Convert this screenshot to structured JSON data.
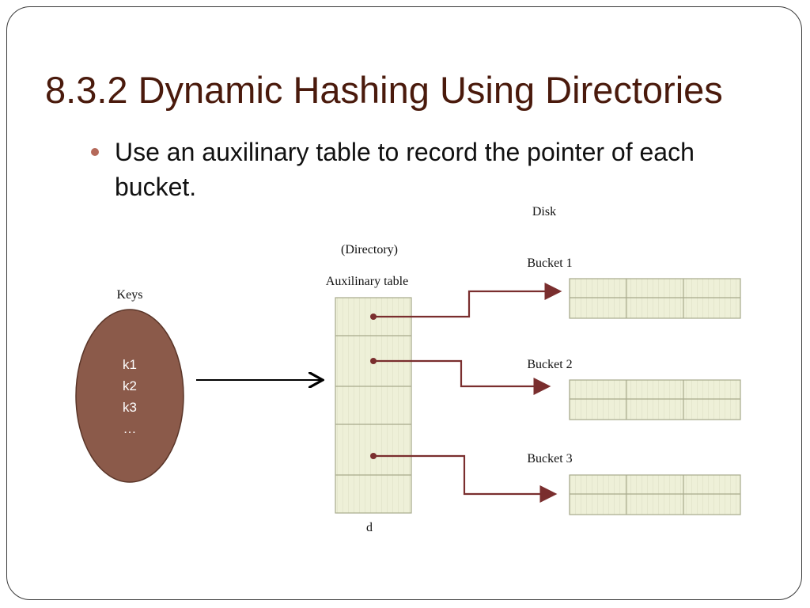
{
  "slide": {
    "title": "8.3.2 Dynamic Hashing Using Directories",
    "bullet": "Use an auxilinary table to record the pointer of each bucket."
  },
  "diagram": {
    "keys_label": "Keys",
    "keys": [
      "k1",
      "k2",
      "k3",
      "…"
    ],
    "directory_label": "(Directory)",
    "table_label": "Auxilinary table",
    "table_footer": "d",
    "disk_label": "Disk",
    "buckets": [
      "Bucket 1",
      "Bucket 2",
      "Bucket 3"
    ]
  },
  "colors": {
    "title": "#4a1a0c",
    "ellipse_fill": "#8b5a4a",
    "arrow": "#7a2e2e",
    "cell_fill": "#eef0d8",
    "cell_stroke": "#a7a98c"
  }
}
